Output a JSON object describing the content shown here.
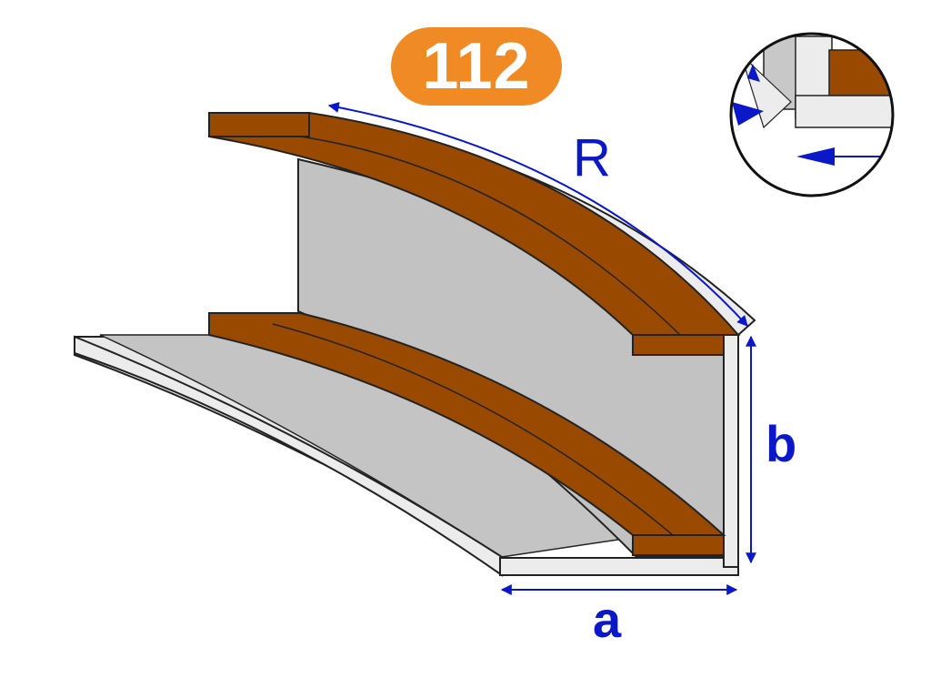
{
  "badge": {
    "number": "112",
    "color": "#f08a24"
  },
  "dimensions": {
    "radius": "R",
    "height": "b",
    "width": "a"
  },
  "colors": {
    "wood": "#9a4a00",
    "gray_face": "#c2c2c2",
    "light_strip": "#ececec",
    "outline": "#222222",
    "dimension": "#0a18c8"
  },
  "icons": [
    "detail-magnifier-icon",
    "dimension-arrow-icon"
  ]
}
